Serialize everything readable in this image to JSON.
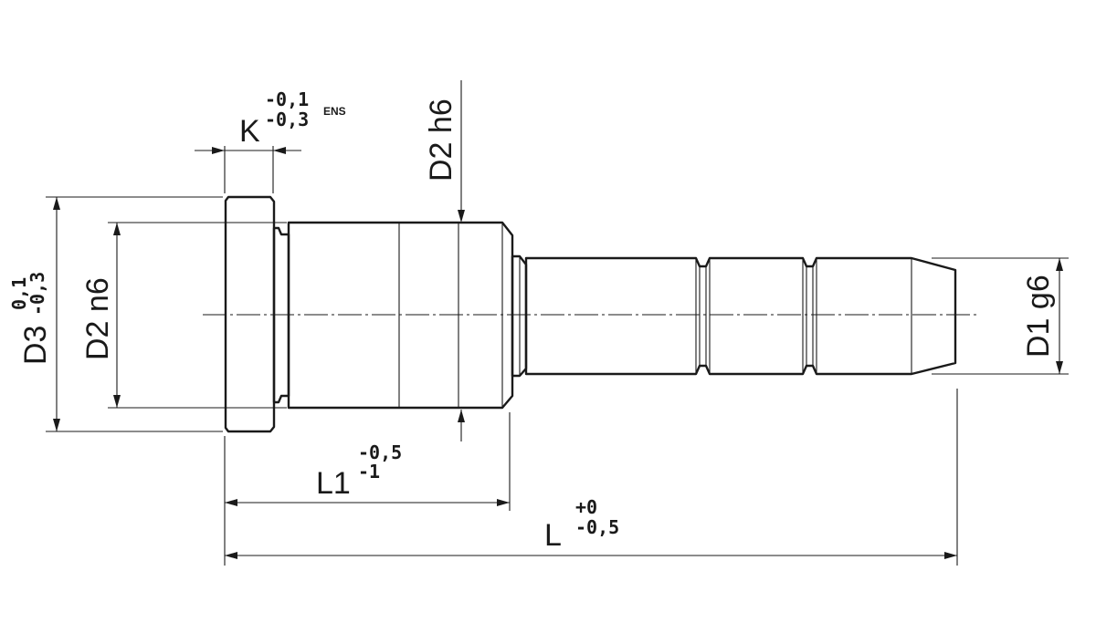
{
  "drawing": {
    "colors": {
      "part_fill": "#d4d4d4",
      "line": "#1a1a1a",
      "background": "#ffffff"
    },
    "dimensions": {
      "K": {
        "main": "K",
        "upper": "-0,1",
        "lower": "-0,3",
        "note": "ENS"
      },
      "D2h6": {
        "main": "D2 h6"
      },
      "D3": {
        "main": "D3",
        "upper": "0,1",
        "lower": "-0,3"
      },
      "D2n6": {
        "main": "D2 n6"
      },
      "D1g6": {
        "main": "D1 g6"
      },
      "L1": {
        "main": "L1",
        "upper": "-0,5",
        "lower": "-1"
      },
      "L": {
        "main": "L",
        "upper": "+0",
        "lower": "-0,5"
      }
    }
  }
}
